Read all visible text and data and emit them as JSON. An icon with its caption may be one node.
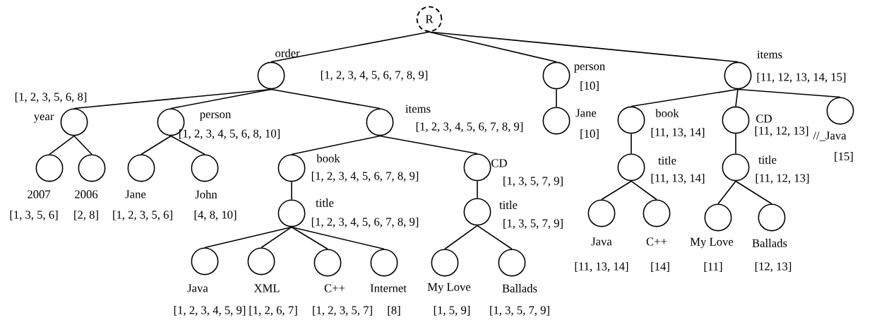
{
  "diagram": {
    "nodes": [
      {
        "text": [
          "R"
        ]
      },
      {
        "text": [],
        "shape": "circle",
        "beside": [
          "order",
          "[1, 2, 3, 4, 5, 6, 7, 8, 9]"
        ]
      },
      {
        "text": [],
        "shape": "circle",
        "beside": [
          "person",
          "[10]"
        ]
      },
      {
        "text": [],
        "shape": "circle",
        "beside": [
          "items",
          "[11, 12, 13, 14, 15]"
        ]
      },
      {
        "text": [],
        "shape": "circle",
        "beside": [
          "year",
          "[1, 2, 3, 5, 6, 8]"
        ]
      },
      {
        "text": [],
        "shape": "circle",
        "beside": [
          "person",
          "[1, 2, 3, 4, 5, 6, 8, 10]"
        ]
      },
      {
        "text": [],
        "shape": "circle",
        "beside": [
          "items",
          "[1, 2, 3, 4, 5, 6, 7, 8, 9]"
        ]
      },
      {
        "text": [],
        "shape": "circle",
        "beside": [
          "2007",
          "[1, 3, 5, 6]"
        ]
      },
      {
        "text": [],
        "shape": "circle",
        "beside": [
          "2006",
          "[2, 8]"
        ]
      },
      {
        "text": [],
        "shape": "circle",
        "beside": [
          "Jane",
          "[1, 2, 3, 5, 6]"
        ]
      },
      {
        "text": [],
        "shape": "circle",
        "beside": [
          "John",
          "[4, 8, 10]"
        ]
      },
      {
        "text": [],
        "shape": "circle",
        "beside": [
          "book",
          "[1, 2, 3, 4, 5, 6, 7, 8, 9]"
        ]
      },
      {
        "text": [],
        "shape": "circle",
        "beside": [
          "CD",
          "[1, 3, 5, 7, 9]"
        ]
      },
      {
        "text": [],
        "shape": "circle",
        "beside": [
          "Jane",
          "[10]"
        ]
      },
      {
        "text": [],
        "shape": "circle",
        "beside": [
          "book",
          "[11, 13, 14]"
        ]
      },
      {
        "text": [],
        "shape": "circle",
        "beside": [
          "CD",
          "[11, 12, 13]"
        ]
      },
      {
        "text": [],
        "shape": "circle",
        "beside": [
          "//_Java",
          "[15]"
        ]
      },
      {
        "text": [],
        "shape": "circle",
        "beside": [
          "title",
          "[1, 2, 3, 4, 5, 6, 7, 8, 9]"
        ]
      },
      {
        "text": [],
        "shape": "circle",
        "beside": [
          "title",
          "[1, 3, 5, 7, 9]"
        ]
      },
      {
        "text": [],
        "shape": "circle",
        "beside": [
          "title",
          "[11, 13, 14]"
        ]
      },
      {
        "text": [],
        "shape": "circle",
        "beside": [
          "title",
          "[11, 12, 13]"
        ]
      },
      {
        "text": [],
        "shape": "circle",
        "beside": [
          "Java",
          "[1, 2, 3, 4, 5, 9]"
        ]
      },
      {
        "text": [],
        "shape": "circle",
        "beside": [
          "XML",
          "[1, 2, 6, 7]"
        ]
      },
      {
        "text": [],
        "shape": "circle",
        "beside": [
          "C++",
          "[1, 2, 3, 5, 7]"
        ]
      },
      {
        "text": [],
        "shape": "circle",
        "beside": [
          "Internet",
          "[8]"
        ]
      },
      {
        "text": [],
        "shape": "circle",
        "beside": [
          "My Love",
          "[1, 5, 9]"
        ]
      },
      {
        "text": [],
        "shape": "circle",
        "beside": [
          "Ballads",
          "[1, 3, 5, 7, 9]"
        ]
      },
      {
        "text": [],
        "shape": "circle",
        "beside": [
          "Java",
          "[11, 13, 14]"
        ]
      },
      {
        "text": [],
        "shape": "circle",
        "beside": [
          "C++",
          "[14]"
        ]
      },
      {
        "text": [],
        "shape": "circle",
        "beside": [
          "My Love",
          "[11]"
        ]
      },
      {
        "text": [],
        "shape": "circle",
        "beside": [
          "Ballads",
          "[12, 13]"
        ]
      }
    ],
    "edges": [
      {
        "from": 0,
        "to": 1,
        "arrow": "none"
      },
      {
        "from": 0,
        "to": 2,
        "arrow": "none"
      },
      {
        "from": 0,
        "to": 3,
        "arrow": "none"
      },
      {
        "from": 1,
        "to": 4,
        "arrow": "none"
      },
      {
        "from": 1,
        "to": 5,
        "arrow": "none"
      },
      {
        "from": 1,
        "to": 6,
        "arrow": "none"
      },
      {
        "from": 4,
        "to": 7,
        "arrow": "none"
      },
      {
        "from": 4,
        "to": 8,
        "arrow": "none"
      },
      {
        "from": 5,
        "to": 9,
        "arrow": "none"
      },
      {
        "from": 5,
        "to": 10,
        "arrow": "none"
      },
      {
        "from": 6,
        "to": 11,
        "arrow": "none"
      },
      {
        "from": 6,
        "to": 12,
        "arrow": "none"
      },
      {
        "from": 2,
        "to": 13,
        "arrow": "none"
      },
      {
        "from": 3,
        "to": 14,
        "arrow": "none"
      },
      {
        "from": 3,
        "to": 15,
        "arrow": "none"
      },
      {
        "from": 3,
        "to": 16,
        "arrow": "none"
      },
      {
        "from": 11,
        "to": 17,
        "arrow": "none"
      },
      {
        "from": 12,
        "to": 18,
        "arrow": "none"
      },
      {
        "from": 14,
        "to": 19,
        "arrow": "none"
      },
      {
        "from": 15,
        "to": 20,
        "arrow": "none"
      },
      {
        "from": 17,
        "to": 21,
        "arrow": "none"
      },
      {
        "from": 17,
        "to": 22,
        "arrow": "none"
      },
      {
        "from": 17,
        "to": 23,
        "arrow": "none"
      },
      {
        "from": 17,
        "to": 24,
        "arrow": "none"
      },
      {
        "from": 18,
        "to": 25,
        "arrow": "none"
      },
      {
        "from": 18,
        "to": 26,
        "arrow": "none"
      },
      {
        "from": 19,
        "to": 27,
        "arrow": "none"
      },
      {
        "from": 19,
        "to": 28,
        "arrow": "none"
      },
      {
        "from": 20,
        "to": 29,
        "arrow": "none"
      },
      {
        "from": 20,
        "to": 30,
        "arrow": "none"
      }
    ]
  }
}
